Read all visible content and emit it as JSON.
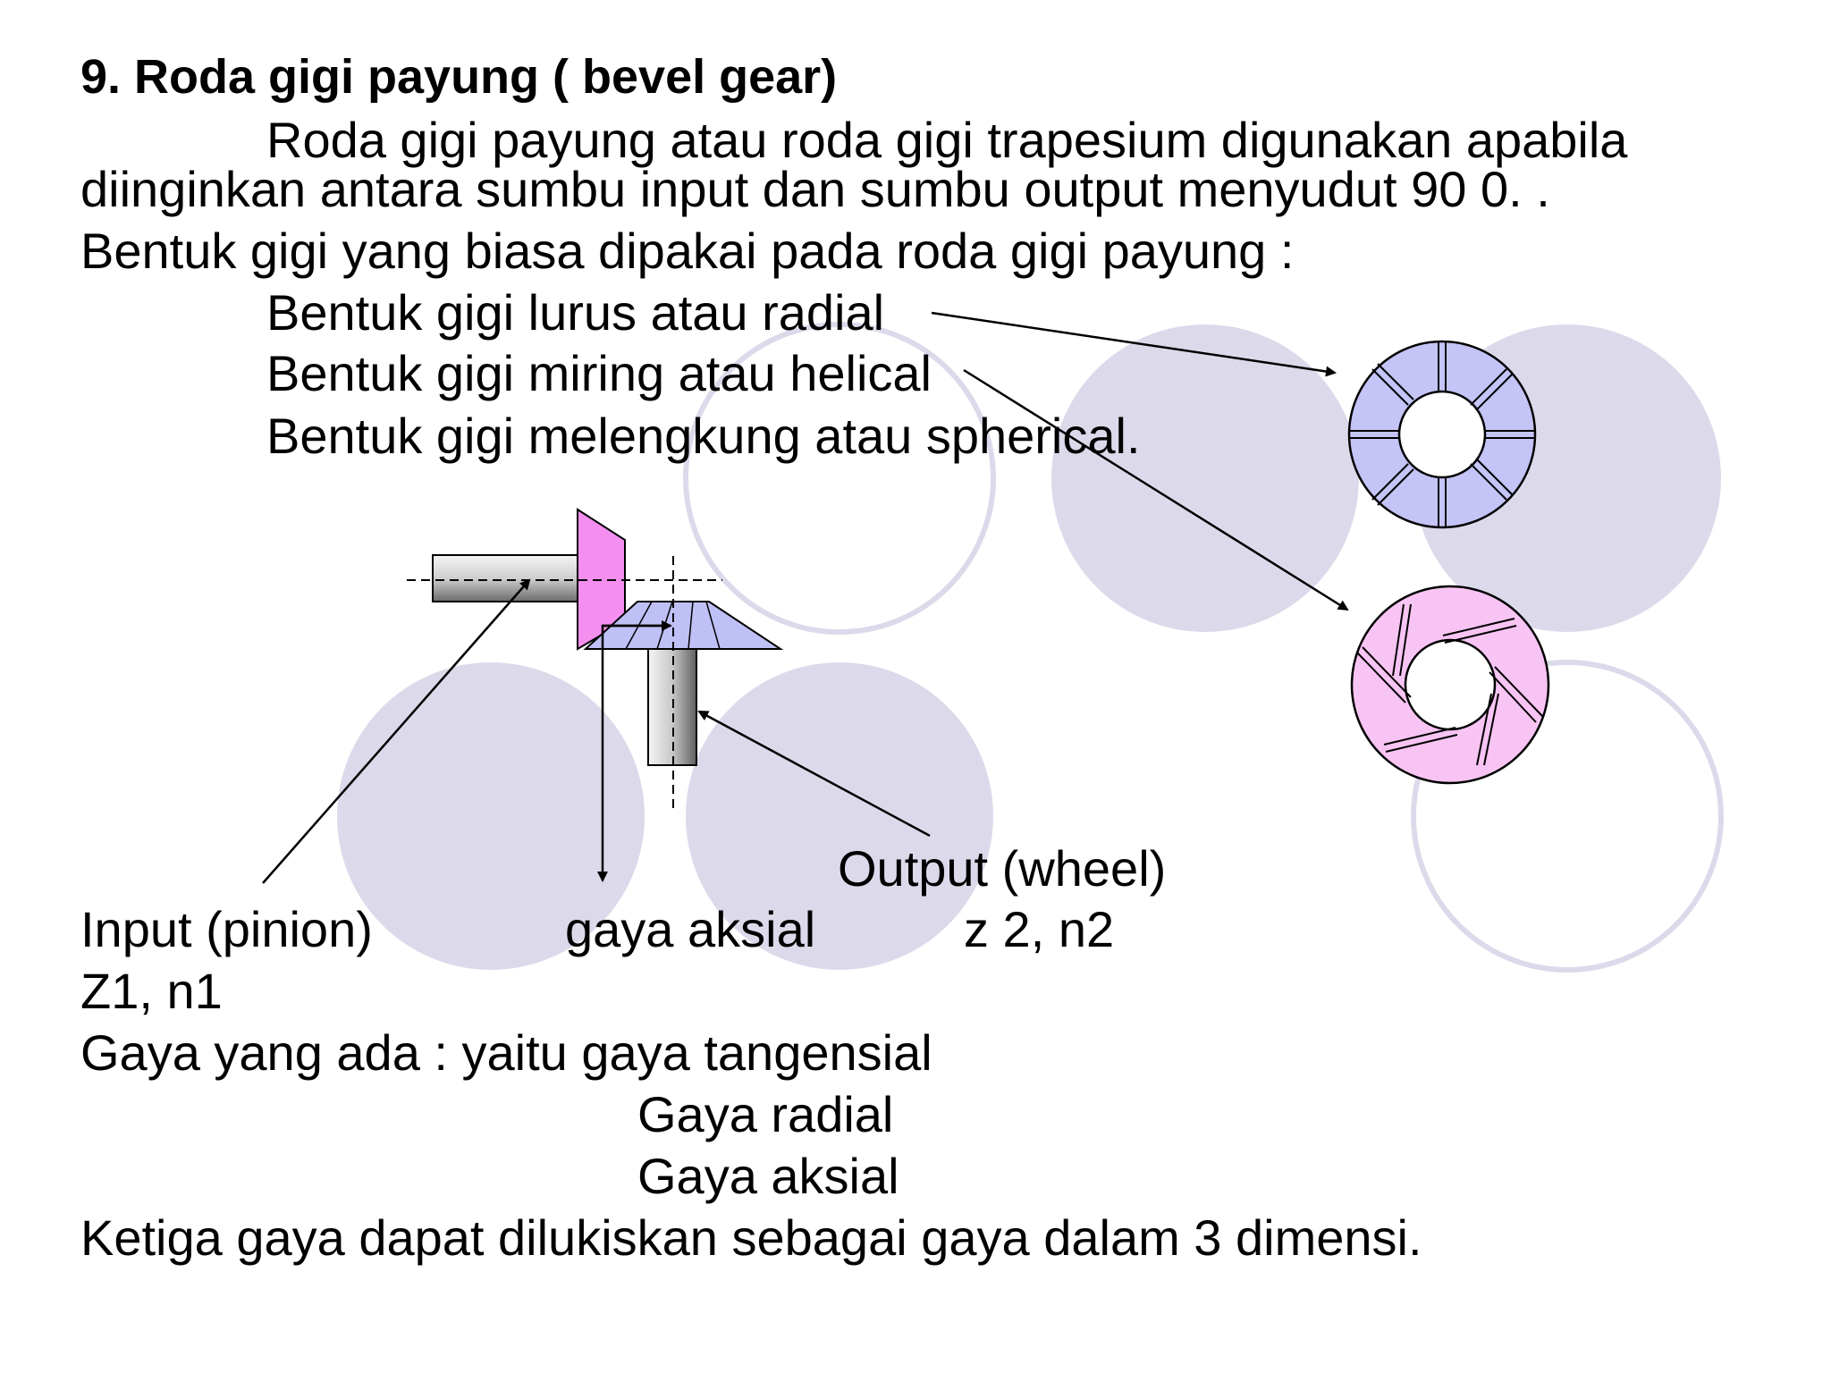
{
  "slide": {
    "title": "9. Roda gigi payung ( bevel gear)",
    "intro_line1": "Roda gigi payung atau roda gigi trapesium digunakan apabila",
    "intro_line2": "diinginkan antara sumbu input dan sumbu output menyudut  90 0. .",
    "forms_heading": "Bentuk gigi yang biasa dipakai pada roda gigi payung :",
    "forms": [
      "Bentuk gigi lurus atau radial",
      "Bentuk gigi miring atau helical",
      "Bentuk gigi  melengkung atau spherical."
    ],
    "output_label": "Output (wheel)",
    "input_label": "Input (pinion)",
    "axial_label": "gaya aksial",
    "z2_label": "z 2, n2",
    "z1_label": "Z1, n1",
    "forces_heading": "Gaya yang ada : yaitu gaya tangensial",
    "force_radial": "Gaya radial",
    "force_axial": "Gaya aksial",
    "conclusion": "Ketiga gaya dapat dilukiskan sebagai gaya dalam 3 dimensi."
  },
  "colors": {
    "decor_fill": "#dcdaea",
    "decor_ring": "#dcdaea",
    "pinion_pink": "#f48ff0",
    "wheel_blue": "#bfc0f5",
    "straight_gear": "#c4c4f7",
    "helical_gear": "#f8c4f4"
  }
}
